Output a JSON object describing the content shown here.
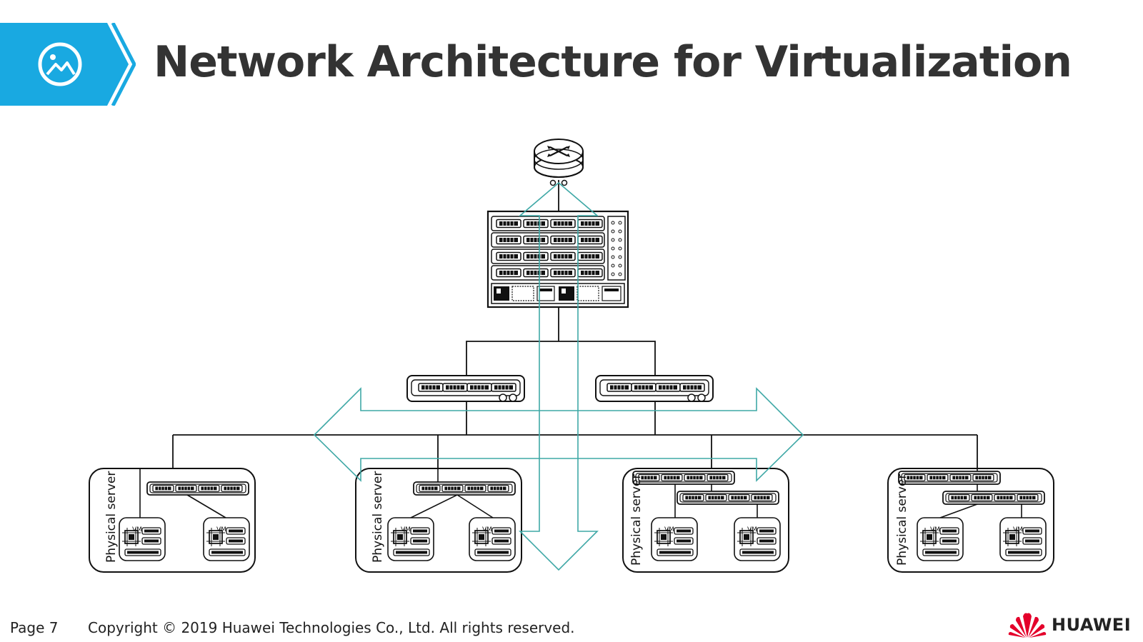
{
  "slide": {
    "title": "Network Architecture for Virtualization",
    "header_icon": "image-icon",
    "accent_color": "#19a9e1",
    "flow_color": "#3fa8a6"
  },
  "diagram": {
    "nodes": {
      "router": "router-icon",
      "core_switch": "core-switch-chassis",
      "aggregation_switches": [
        "aggregation-switch",
        "aggregation-switch"
      ]
    },
    "servers": [
      {
        "label": "Physical server",
        "vms": [
          "VM",
          "VM"
        ]
      },
      {
        "label": "Physical server",
        "vms": [
          "VM",
          "VM"
        ]
      },
      {
        "label": "Physical server",
        "vms": [
          "VM",
          "VM"
        ]
      },
      {
        "label": "Physical server",
        "vms": [
          "VM",
          "VM"
        ]
      }
    ]
  },
  "footer": {
    "page": "Page 7",
    "copyright": "Copyright © 2019 Huawei Technologies Co., Ltd. All rights reserved.",
    "brand": "HUAWEI",
    "brand_color": "#e4002b"
  }
}
